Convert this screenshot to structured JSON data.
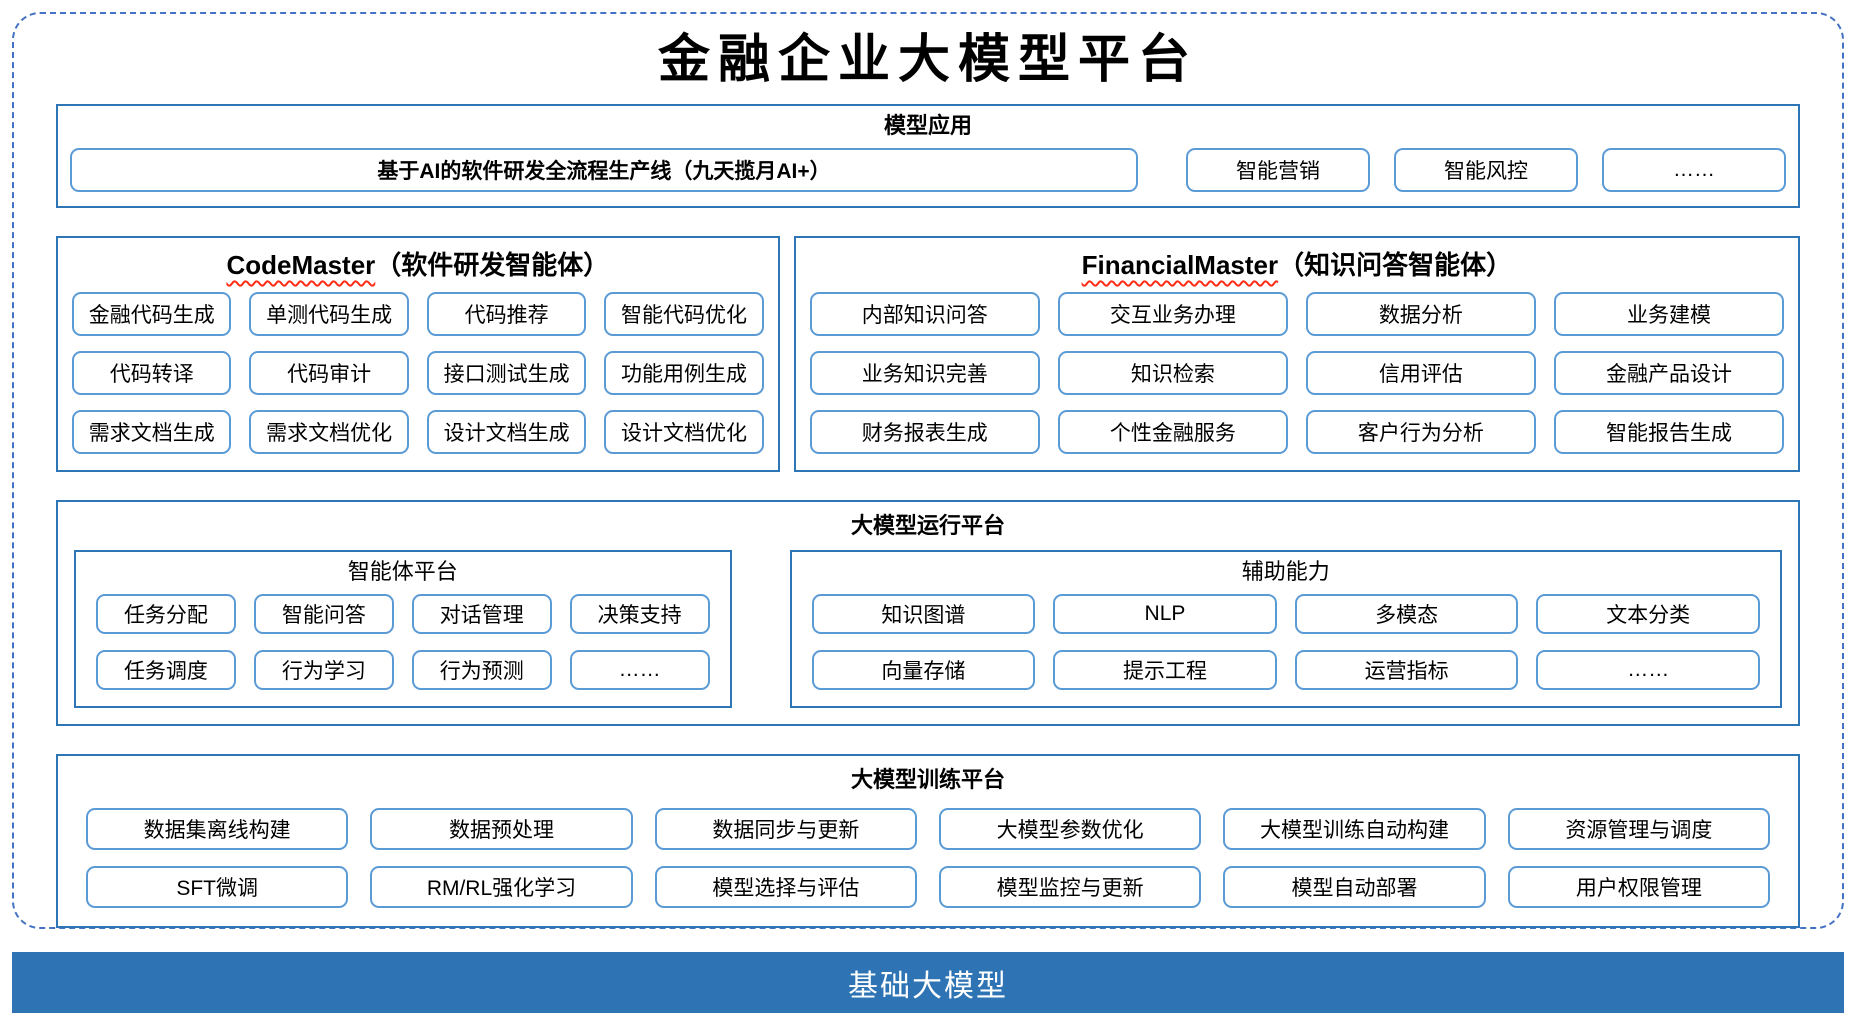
{
  "title": "金融企业大模型平台",
  "colors": {
    "dashed_border": "#4472C4",
    "section_border": "#2E75B6",
    "item_border": "#5B9BD5",
    "footer_bg": "#2E74B5",
    "squiggle": "#FF2D16"
  },
  "model_app": {
    "header": "模型应用",
    "pipeline": "基于AI的软件研发全流程生产线（九天揽月AI+）",
    "items": [
      "智能营销",
      "智能风控",
      "……"
    ]
  },
  "code_master": {
    "name": "CodeMaster",
    "suffix": "（软件研发智能体）",
    "items": [
      "金融代码生成",
      "单测代码生成",
      "代码推荐",
      "智能代码优化",
      "代码转译",
      "代码审计",
      "接口测试生成",
      "功能用例生成",
      "需求文档生成",
      "需求文档优化",
      "设计文档生成",
      "设计文档优化"
    ]
  },
  "financial_master": {
    "name": "FinancialMaster",
    "suffix": "（知识问答智能体）",
    "items": [
      "内部知识问答",
      "交互业务办理",
      "数据分析",
      "业务建模",
      "业务知识完善",
      "知识检索",
      "信用评估",
      "金融产品设计",
      "财务报表生成",
      "个性金融服务",
      "客户行为分析",
      "智能报告生成"
    ]
  },
  "runtime": {
    "header": "大模型运行平台",
    "agent_platform": {
      "header": "智能体平台",
      "items": [
        "任务分配",
        "智能问答",
        "对话管理",
        "决策支持",
        "任务调度",
        "行为学习",
        "行为预测",
        "……"
      ]
    },
    "aux_capability": {
      "header": "辅助能力",
      "items": [
        "知识图谱",
        "NLP",
        "多模态",
        "文本分类",
        "向量存储",
        "提示工程",
        "运营指标",
        "……"
      ]
    }
  },
  "training": {
    "header": "大模型训练平台",
    "items": [
      "数据集离线构建",
      "数据预处理",
      "数据同步与更新",
      "大模型参数优化",
      "大模型训练自动构建",
      "资源管理与调度",
      "SFT微调",
      "RM/RL强化学习",
      "模型选择与评估",
      "模型监控与更新",
      "模型自动部署",
      "用户权限管理"
    ]
  },
  "foundation": {
    "label": "基础大模型"
  }
}
